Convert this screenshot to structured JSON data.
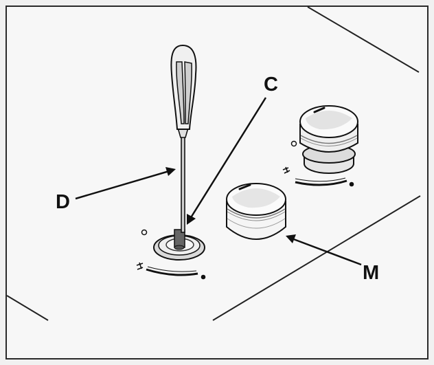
{
  "callouts": {
    "c": "C",
    "d": "D",
    "m": "M"
  },
  "colors": {
    "background": "#f1f1f1",
    "panel": "#f7f7f7",
    "ink": "#111111"
  },
  "icons": {
    "screwdriver": "screwdriver-icon",
    "knob": "control-knob-icon",
    "flame": "flame-symbol-icon"
  }
}
